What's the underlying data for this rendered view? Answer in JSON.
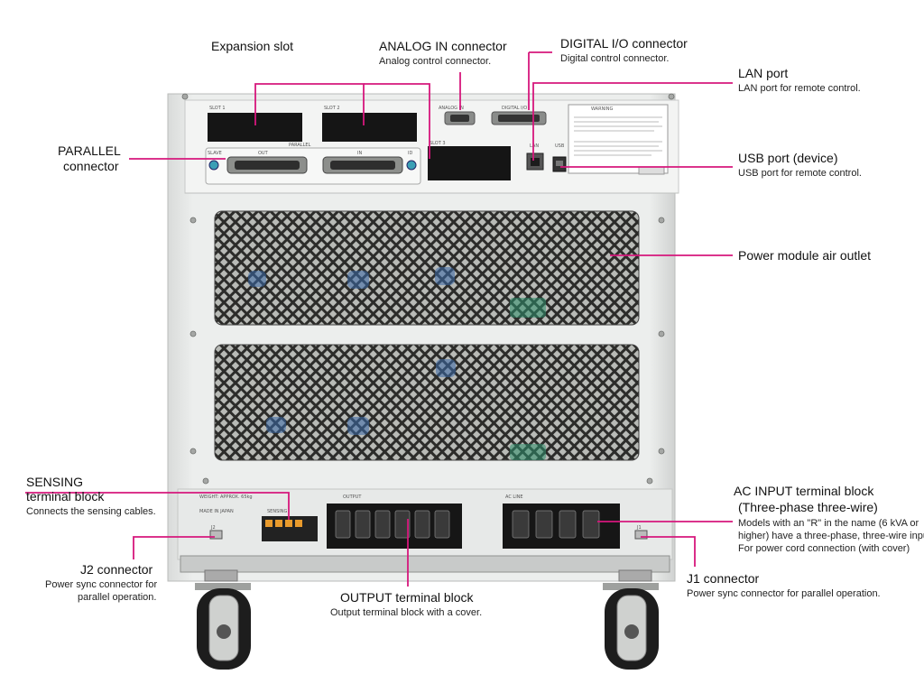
{
  "callouts": {
    "expansion_slot": {
      "title": "Expansion slot"
    },
    "analog_in": {
      "title": "ANALOG IN connector",
      "desc": "Analog control connector."
    },
    "digital_io": {
      "title": "DIGITAL I/O connector",
      "desc": "Digital control connector."
    },
    "lan": {
      "title": "LAN port",
      "desc": "LAN port for remote control."
    },
    "usb": {
      "title": "USB port (device)",
      "desc": "USB port for remote control."
    },
    "parallel": {
      "title_1": "PARALLEL",
      "title_2": "connector"
    },
    "air_outlet": {
      "title": "Power module air outlet"
    },
    "sensing": {
      "title_1": "SENSING",
      "title_2": "terminal block",
      "desc": "Connects the sensing cables."
    },
    "ac_input": {
      "title_1": "AC INPUT terminal block",
      "title_2": "(Three-phase three-wire)",
      "desc_1": "Models with an \"R\" in the name (6 kVA or",
      "desc_2": "higher) have a three-phase, three-wire input.",
      "desc_3": "For power cord connection (with cover)"
    },
    "j2": {
      "title": "J2 connector",
      "desc_1": "Power sync connector for",
      "desc_2": "parallel operation."
    },
    "output": {
      "title": "OUTPUT terminal block",
      "desc": "Output terminal block with a cover."
    },
    "j1": {
      "title": "J1 connector",
      "desc": "Power sync connector for parallel operation."
    }
  },
  "panel_labels": {
    "slot1": "SLOT 1",
    "slot2": "SLOT 2",
    "slot3": "SLOT 3",
    "analog_in": "ANALOG IN",
    "digital_io": "DIGITAL I/O",
    "parallel": "PARALLEL",
    "slave": "SLAVE",
    "out": "OUT",
    "in": "IN",
    "id": "ID",
    "lan": "LAN",
    "usb": "USB",
    "warning": "WARNING",
    "sensing": "SENSING",
    "output": "OUTPUT",
    "ac_line": "AC LINE",
    "weight": "WEIGHT: APPROX. 65kg",
    "made_in": "MADE IN JAPAN",
    "j1": "J1",
    "j2": "J2"
  },
  "colors": {
    "leader": "#d6177c",
    "panel": "#e4e6e5",
    "grille": "#3a3a38"
  }
}
